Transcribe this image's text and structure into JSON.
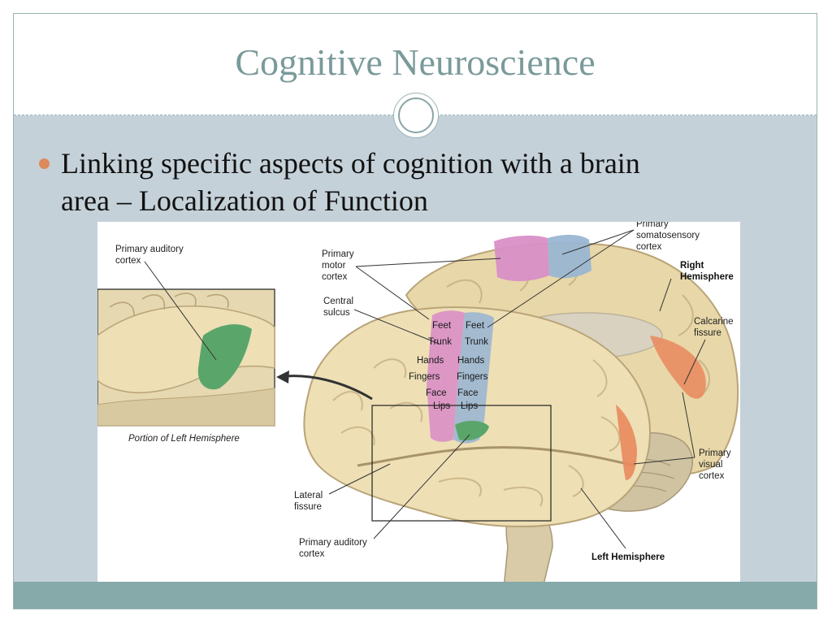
{
  "slide": {
    "title": "Cognitive Neuroscience",
    "bullet_line1": "Linking specific aspects of cognition with a brain",
    "bullet_line2": "area – Localization of Function"
  },
  "figure": {
    "inset": {
      "label_line1": "Primary auditory",
      "label_line2": "cortex",
      "caption": "Portion of Left Hemisphere"
    },
    "labels": {
      "motor_1": "Primary",
      "motor_2": "motor",
      "motor_3": "cortex",
      "sulcus_1": "Central",
      "sulcus_2": "sulcus",
      "somato_1": "Primary",
      "somato_2": "somatosensory",
      "somato_3": "cortex",
      "right_1": "Right",
      "right_2": "Hemisphere",
      "calcarine_1": "Calcarine",
      "calcarine_2": "fissure",
      "visual_1": "Primary",
      "visual_2": "visual",
      "visual_3": "cortex",
      "lateral_1": "Lateral",
      "lateral_2": "fissure",
      "auditory_1": "Primary auditory",
      "auditory_2": "cortex",
      "left_hemisphere": "Left Hemisphere"
    },
    "body_map": {
      "motor": [
        "Feet",
        "Trunk",
        "Hands",
        "Fingers",
        "Face",
        "Lips"
      ],
      "somatosensory": [
        "Feet",
        "Trunk",
        "Hands",
        "Fingers",
        "Face",
        "Lips"
      ]
    },
    "colors": {
      "motor": "#d98fc6",
      "somatosensory": "#9ab6d2",
      "auditory": "#5aa66a",
      "visual": "#e9885d",
      "brain": "#eedfb5"
    }
  }
}
